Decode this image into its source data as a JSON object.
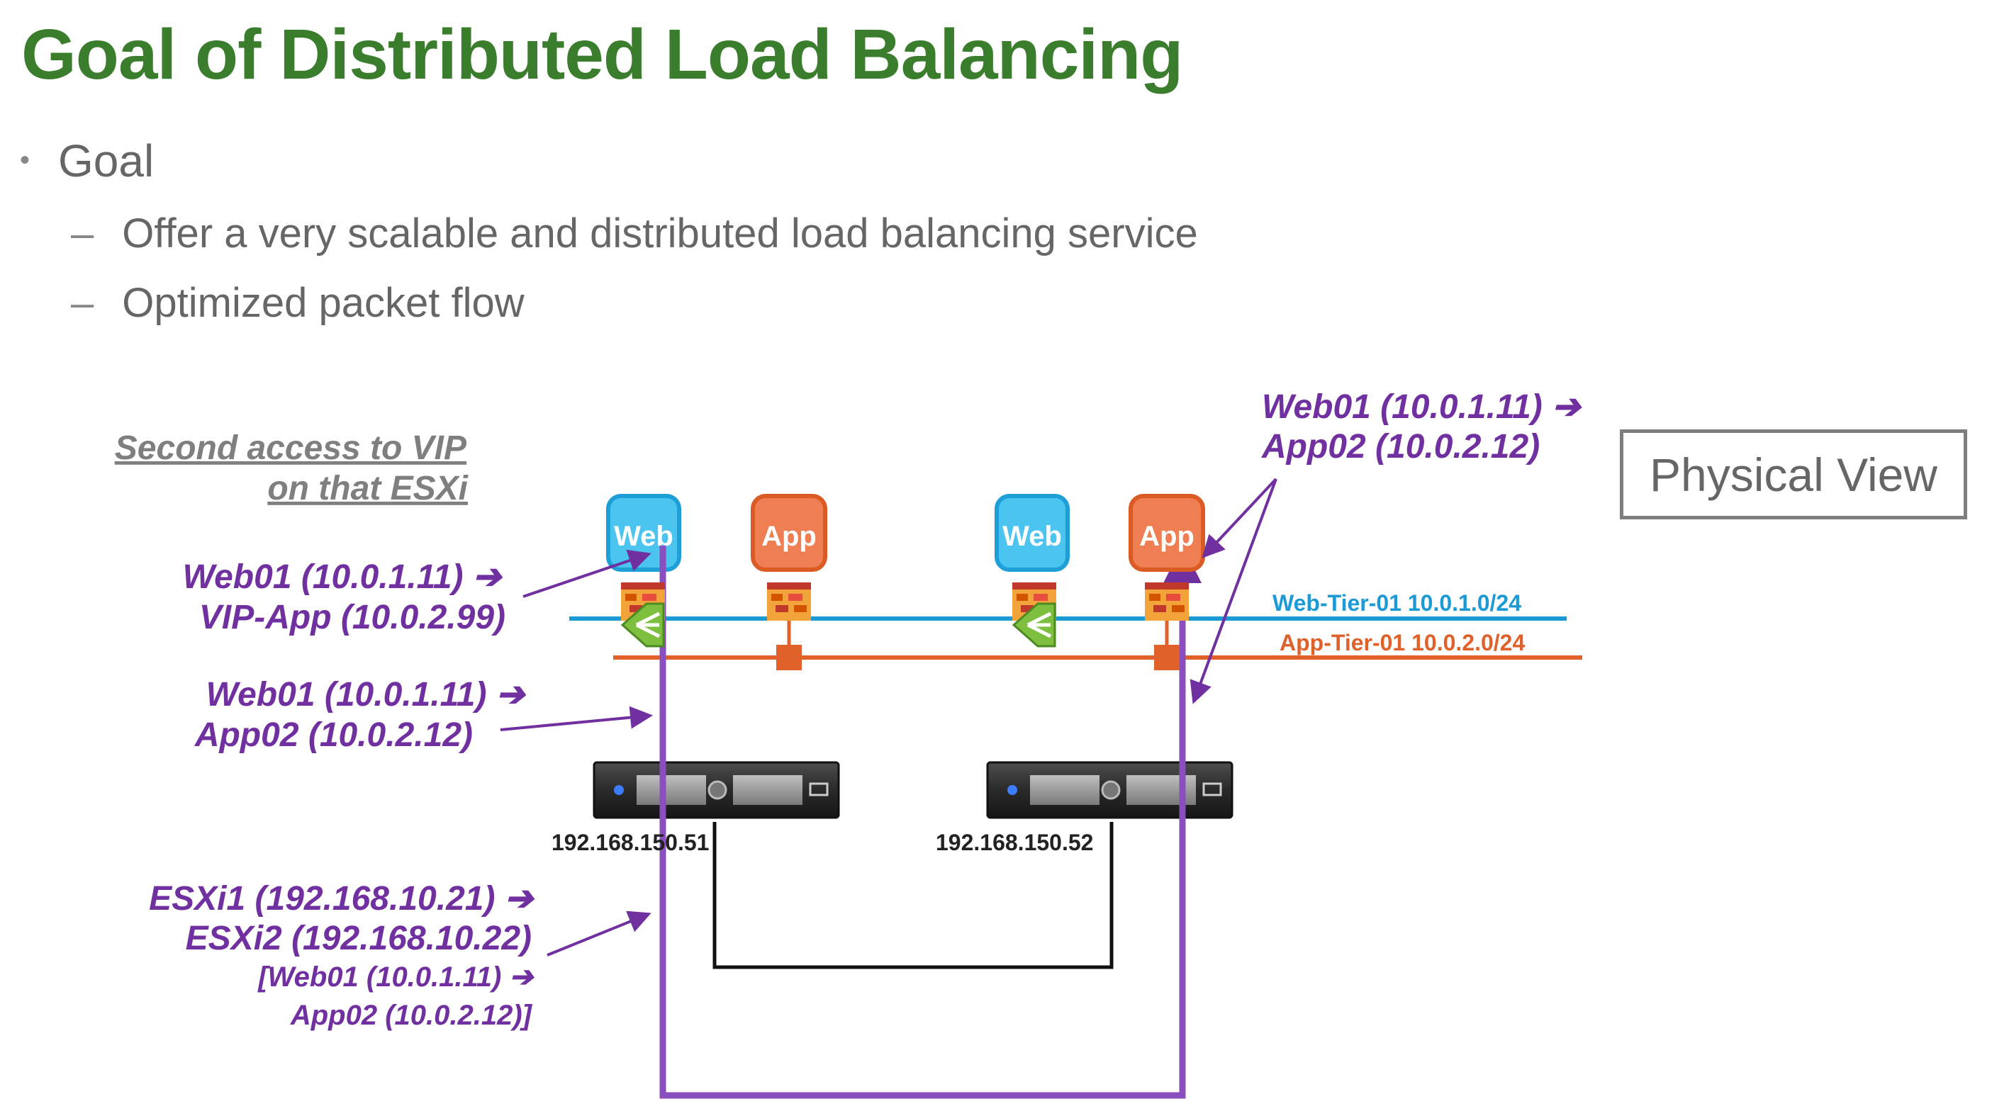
{
  "slide": {
    "title": "Goal of Distributed Load Balancing",
    "bullets": {
      "level1": "Goal",
      "level2": [
        "Offer a very scalable and distributed load balancing service",
        "Optimized packet flow"
      ]
    }
  },
  "diagram": {
    "physical_view_label": "Physical View",
    "second_access_note": [
      "Second access to VIP",
      "on that ESXi"
    ],
    "vms": {
      "web_left": "Web",
      "app_left": "App",
      "web_right": "Web",
      "app_right": "App"
    },
    "networks": {
      "web_tier": "Web-Tier-01 10.0.1.0/24",
      "app_tier": "App-Tier-01 10.0.2.0/24"
    },
    "hosts": {
      "esxi1_ip": "192.168.150.51",
      "esxi2_ip": "192.168.150.52"
    },
    "annotations": {
      "top_right": [
        "Web01 (10.0.1.11) ➔",
        "App02 (10.0.2.12)"
      ],
      "vip": [
        "Web01 (10.0.1.11) ➔",
        "VIP-App (10.0.2.99)"
      ],
      "app02": [
        "Web01 (10.0.1.11) ➔",
        "App02 (10.0.2.12)"
      ],
      "esxi": [
        "ESXi1 (192.168.10.21) ➔",
        "ESXi2 (192.168.10.22)",
        "[Web01 (10.0.1.11) ➔",
        "App02 (10.0.2.12)]"
      ]
    },
    "colors": {
      "title_green": "#3a7d2c",
      "annotation_purple": "#7030a0",
      "web_tier_blue": "#1b9ad6",
      "app_tier_orange": "#e0622a",
      "web_vm_fill": "#4cc4f0",
      "app_vm_fill": "#ef7e52"
    }
  }
}
